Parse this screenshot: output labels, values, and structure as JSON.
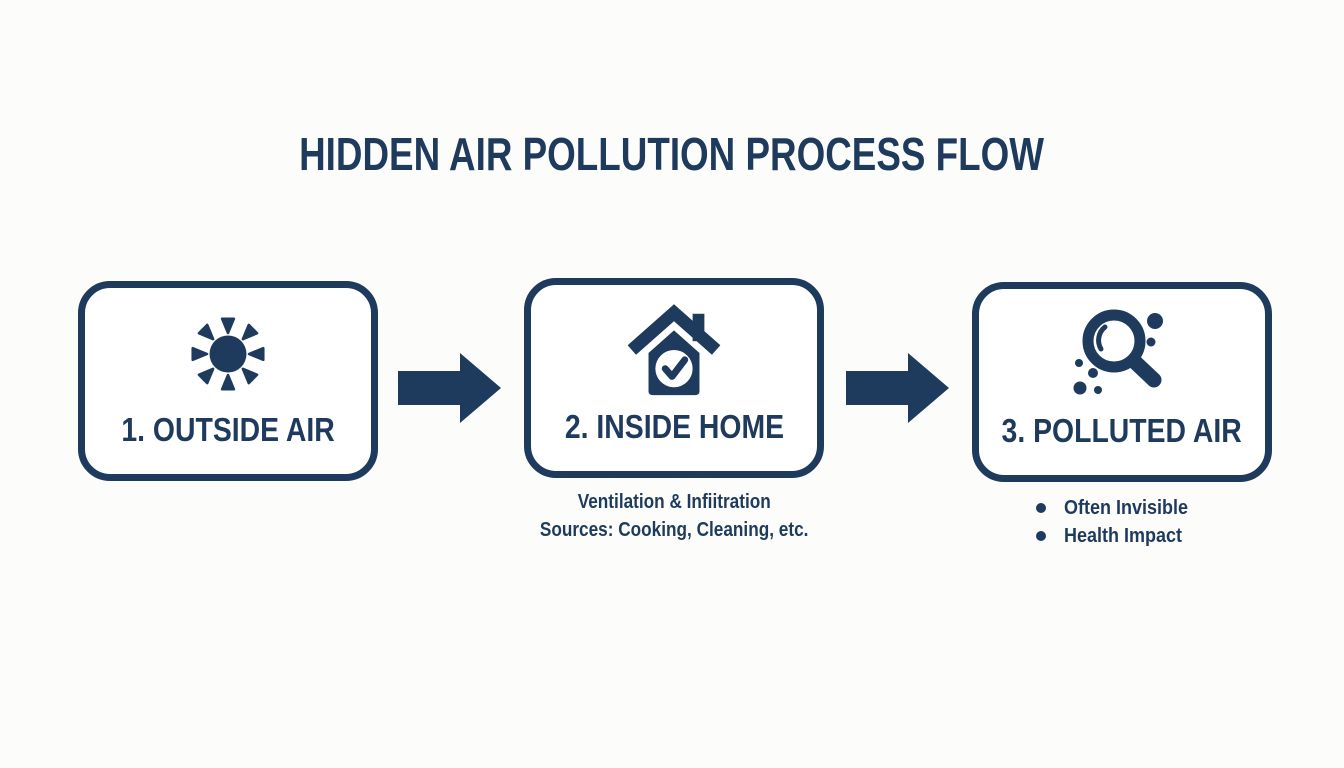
{
  "title": "HIDDEN AIR POLLUTION PROCESS FLOW",
  "colors": {
    "accent": "#1e3a5c",
    "background": "#fcfcfb"
  },
  "steps": [
    {
      "label": "1. OUTSIDE AIR",
      "icon": "sun-icon"
    },
    {
      "label": "2. INSIDE HOME",
      "icon": "house-check-icon",
      "notes": [
        "Ventilation & Infiitration",
        "Sources: Cooking, Cleaning, etc."
      ]
    },
    {
      "label": "3. POLLUTED AIR",
      "icon": "magnifier-particles-icon",
      "bullets": [
        "Often Invisible",
        "Health Impact"
      ]
    }
  ],
  "arrows": [
    {
      "icon": "right-arrow-icon"
    },
    {
      "icon": "right-arrow-icon"
    }
  ]
}
